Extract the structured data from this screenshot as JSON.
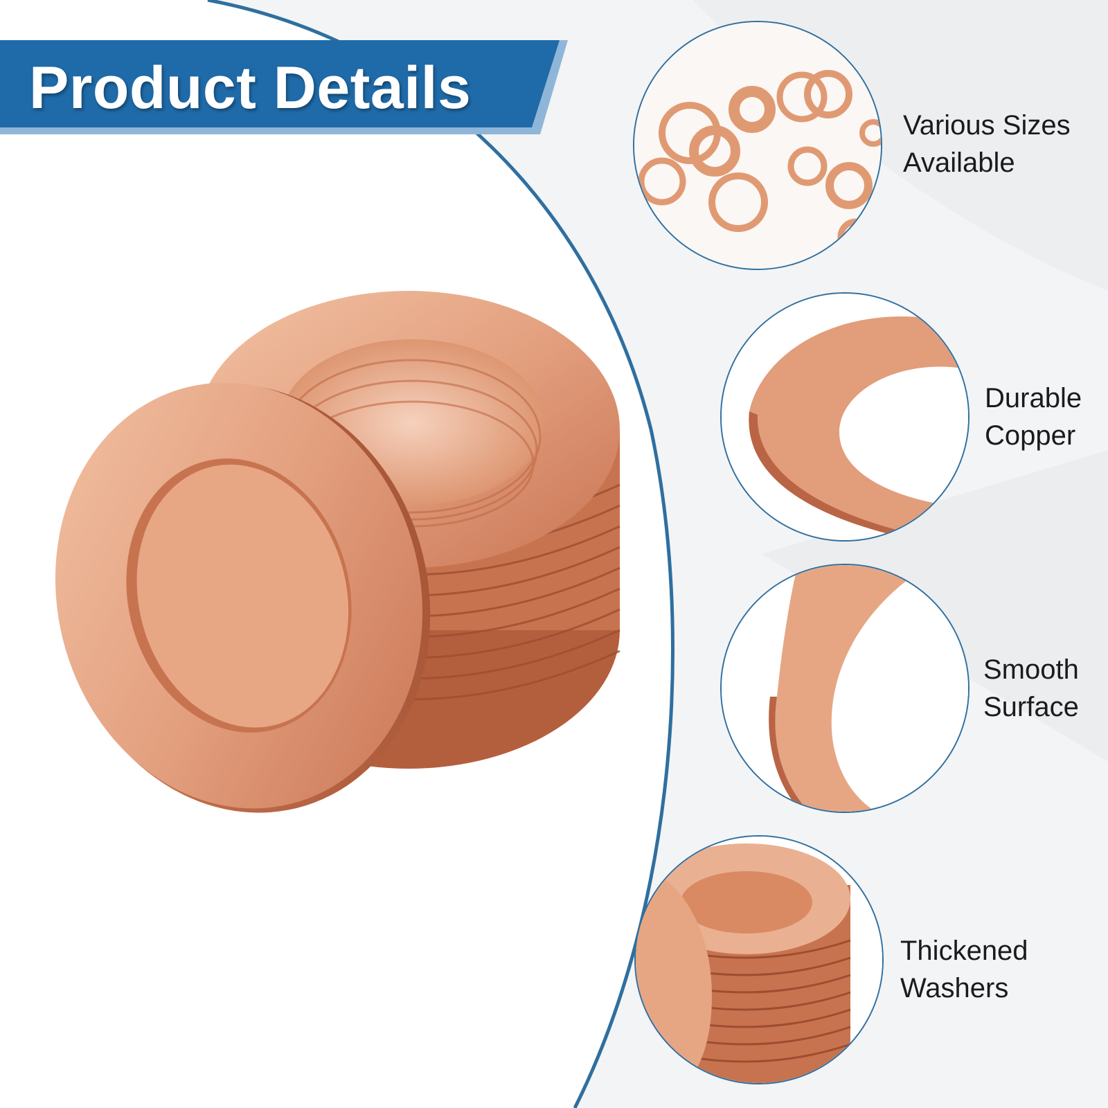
{
  "banner": {
    "title": "Product Details"
  },
  "colors": {
    "banner_blue": "#1f6aa8",
    "accent_line": "#2f6f9f",
    "copper_light": "#f0b896",
    "copper_mid": "#d98a66",
    "copper_dark": "#b96445"
  },
  "hero": {
    "subject": "stack of copper washers"
  },
  "features": [
    {
      "line1": "Various Sizes",
      "line2": "Available",
      "photo": "assorted-washers"
    },
    {
      "line1": "Durable",
      "line2": "Copper",
      "photo": "copper-edge-closeup"
    },
    {
      "line1": "Smooth",
      "line2": "Surface",
      "photo": "smooth-surface-closeup"
    },
    {
      "line1": "Thickened",
      "line2": "Washers",
      "photo": "washer-stack"
    }
  ]
}
